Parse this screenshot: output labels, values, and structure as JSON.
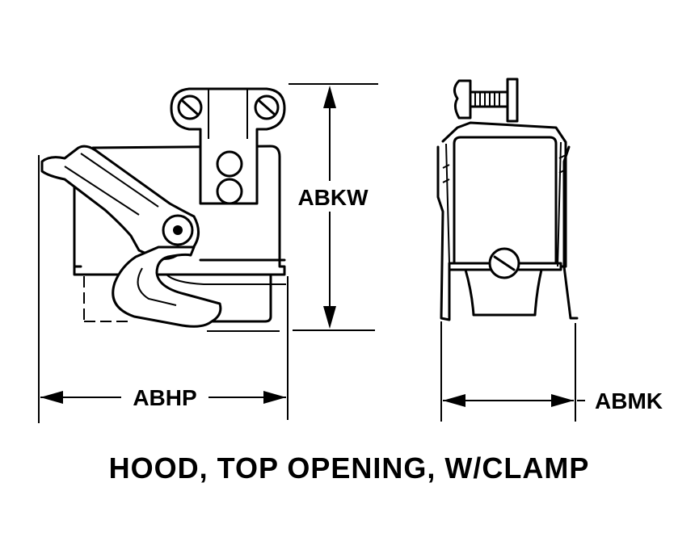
{
  "labels": {
    "height": "ABKW",
    "width_left": "ABHP",
    "width_right": "ABMK"
  },
  "caption": "HOOD, TOP OPENING, W/CLAMP"
}
